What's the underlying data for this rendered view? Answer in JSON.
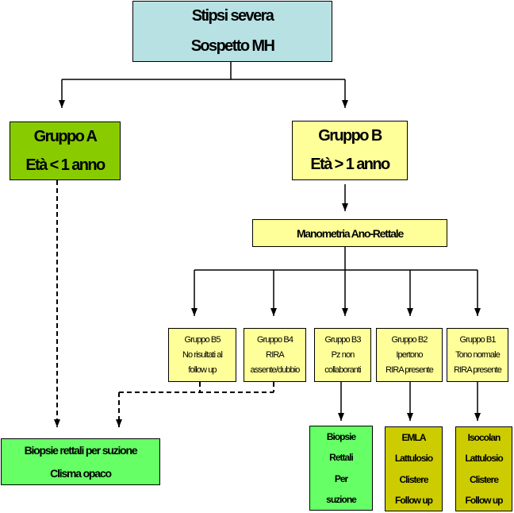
{
  "colors": {
    "top": "#b7e1e3",
    "groupA": "#88cc00",
    "yellow": "#ffff99",
    "green": "#66ff66",
    "olive": "#cccc00"
  },
  "top": {
    "line1": "Stipsi severa",
    "line2": "Sospetto MH"
  },
  "groupA": {
    "line1": "Gruppo A",
    "line2": "Età < 1 anno"
  },
  "groupB": {
    "line1": "Gruppo B",
    "line2": "Età > 1 anno"
  },
  "manometria": {
    "label": "Manometria Ano-Rettale"
  },
  "subgroups": [
    {
      "lines": [
        "Gruppo B5",
        "No risultati al",
        "follow up"
      ]
    },
    {
      "lines": [
        "Gruppo B4",
        "RIRA",
        "assente/dubbio"
      ]
    },
    {
      "lines": [
        "Gruppo B3",
        "Pz non",
        "collaboranti"
      ]
    },
    {
      "lines": [
        "Gruppo B2",
        "Ipertono",
        "RIRA presente"
      ]
    },
    {
      "lines": [
        "Gruppo B1",
        "Tono normale",
        "RIRA presente"
      ]
    }
  ],
  "biopsieA": {
    "line1": "Biopsie rettali per suzione",
    "line2": "Clisma opaco"
  },
  "outcomes": [
    {
      "lines": [
        "Biopsie",
        "Rettali",
        "Per",
        "suzione"
      ]
    },
    {
      "lines": [
        "EMLA",
        "Lattulosio",
        "Clistere",
        "Follow up"
      ]
    },
    {
      "lines": [
        "Isocolan",
        "Lattulosio",
        "Clistere",
        "Follow up"
      ]
    }
  ]
}
